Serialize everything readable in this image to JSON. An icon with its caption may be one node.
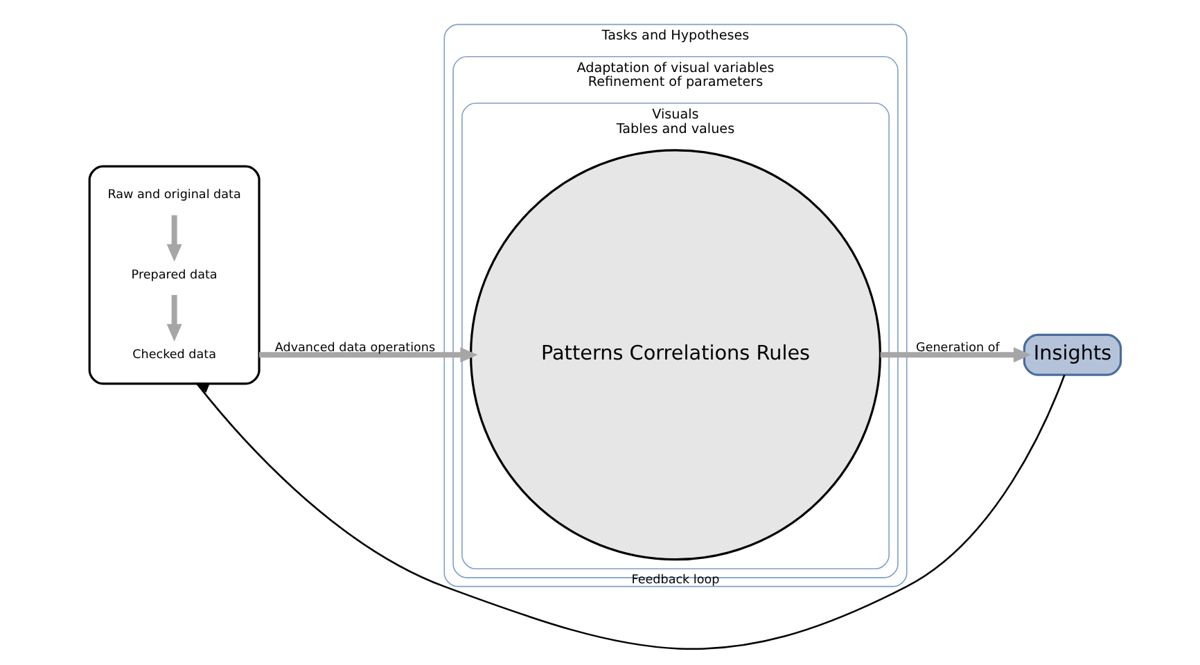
{
  "diagram": {
    "nodes": [
      {
        "text": [],
        "shape": "box"
      },
      {
        "text": [
          "Raw and original data"
        ],
        "in": 0
      },
      {
        "text": [
          "Prepared data"
        ],
        "in": 0
      },
      {
        "text": [
          "Checked data"
        ],
        "in": 0
      },
      {
        "text": [
          "Tasks and Hypotheses"
        ]
      },
      {
        "text": [
          "Adaptation of visual variables",
          "Refinement of parameters"
        ],
        "in": 4
      },
      {
        "text": [
          "Visuals",
          "Tables and values"
        ],
        "in": 5
      },
      {
        "text": [
          "Patterns Correlations Rules"
        ],
        "in": 6
      },
      {
        "text": [
          "Insights"
        ]
      }
    ],
    "edges": [
      {
        "from": 1,
        "to": 2,
        "arrow": "to"
      },
      {
        "from": 2,
        "to": 3,
        "arrow": "to"
      },
      {
        "from": 0,
        "to": 7,
        "arrow": "to",
        "label": "Advanced data operations"
      },
      {
        "from": 7,
        "to": 8,
        "arrow": "to",
        "label": "Generation of"
      },
      {
        "from": 8,
        "to": 0,
        "arrow": "to",
        "label": "Feedback loop",
        "color": "#000000"
      }
    ]
  }
}
